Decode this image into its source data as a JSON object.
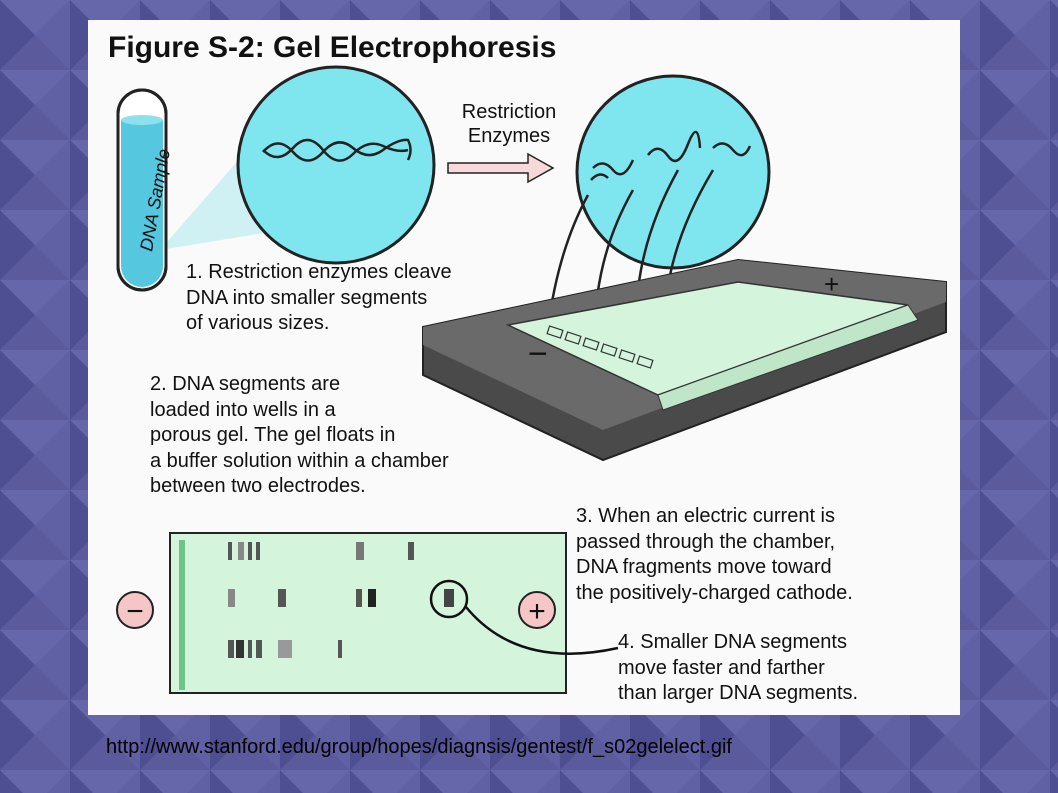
{
  "background": {
    "color": "#5a5a9c",
    "tile_color": "#4a4a8a"
  },
  "figure": {
    "title": "Figure S-2: Gel Electrophoresis",
    "tube_label": "DNA Sample",
    "arrow_label": "Restriction\nEnzymes",
    "chamber_minus": "−",
    "chamber_plus": "+",
    "gel_minus": "−",
    "gel_plus": "+",
    "steps": [
      "1. Restriction enzymes cleave\nDNA into smaller segments\nof various sizes.",
      "2. DNA segments are\nloaded into wells in a\nporous gel.  The gel floats in\na buffer solution within a chamber\nbetween two electrodes.",
      "3. When an electric current is\npassed through the chamber,\nDNA fragments move toward\nthe positively-charged cathode.",
      "4. Smaller DNA segments\nmove faster and farther\nthan larger DNA segments."
    ],
    "colors": {
      "cyan": "#7fe6ef",
      "gel": "#d4f4dc",
      "chamber": "#404040",
      "electrode": "#f5c6c6"
    }
  },
  "source_url": "http://www.stanford.edu/group/hopes/diagnsis/gentest/f_s02gelelect.gif"
}
